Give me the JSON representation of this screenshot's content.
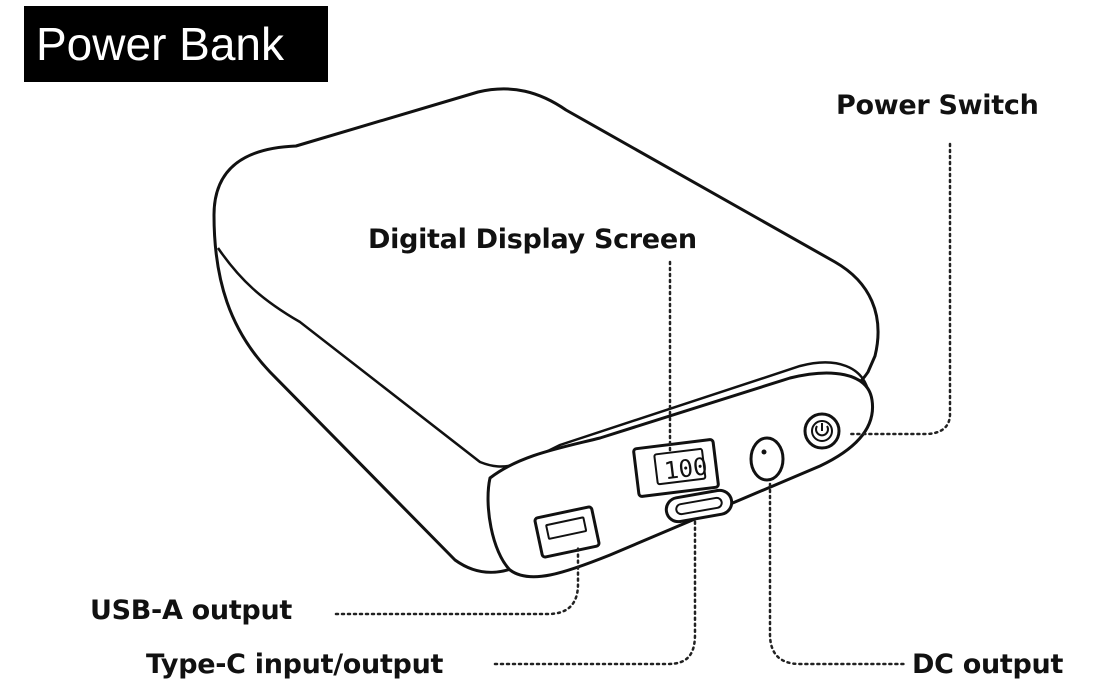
{
  "title": "Power Bank",
  "labels": {
    "power_switch": "Power Switch",
    "digital_display": "Digital Display Screen",
    "usb_a": "USB-A output",
    "type_c": "Type-C input/output",
    "dc_output": "DC output"
  },
  "display_reading": "100",
  "colors": {
    "ink": "#111111",
    "background": "#ffffff",
    "title_bg": "#000000",
    "title_fg": "#ffffff"
  }
}
